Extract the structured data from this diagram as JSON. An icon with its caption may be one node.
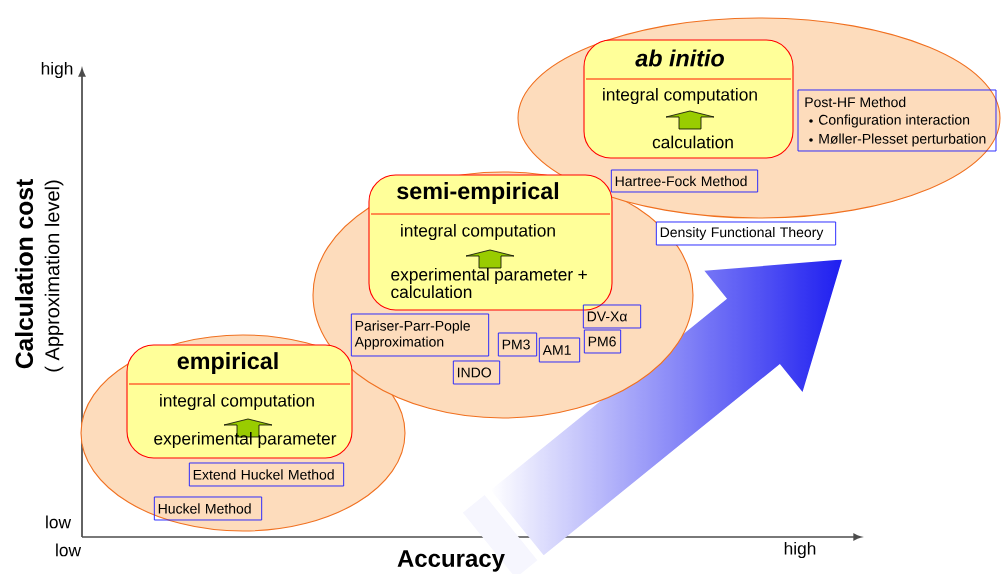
{
  "diagram": {
    "nodes": [
      {
        "text": [],
        "shape": "ellipse"
      },
      {
        "text": [
          "empirical",
          "integral computation",
          "experimental parameter"
        ],
        "in": 0
      },
      {
        "text": [
          "Extend Huckel Method"
        ],
        "in": 0
      },
      {
        "text": [
          "Huckel Method"
        ],
        "in": 0
      },
      {
        "text": [],
        "shape": "ellipse"
      },
      {
        "text": [
          "semi-empirical",
          "integral computation",
          "experimental parameter + calculation"
        ],
        "in": 4
      },
      {
        "text": [
          "Pariser-Parr-Pople Approximation"
        ],
        "in": 4
      },
      {
        "text": [
          "PM3"
        ],
        "in": 4
      },
      {
        "text": [
          "AM1"
        ],
        "in": 4
      },
      {
        "text": [
          "DV-Xα"
        ],
        "in": 4
      },
      {
        "text": [
          "PM6"
        ],
        "in": 4
      },
      {
        "text": [
          "INDO"
        ],
        "in": 4
      },
      {
        "text": [],
        "shape": "ellipse"
      },
      {
        "text": [
          "ab initio",
          "integral computation",
          "calculation"
        ],
        "in": 12
      },
      {
        "text": [
          "Post-HF Method",
          "Configuration interaction",
          "Møller-Plesset perturbation"
        ],
        "in": 12
      },
      {
        "text": [
          "Hartree-Fock Method"
        ],
        "in": 12
      },
      {
        "text": [
          "Density Functional Theory"
        ]
      }
    ],
    "labels": [
      "high",
      "Calculation cost",
      "( Approximation level)",
      "low",
      "low",
      "Accuracy",
      "high"
    ]
  }
}
